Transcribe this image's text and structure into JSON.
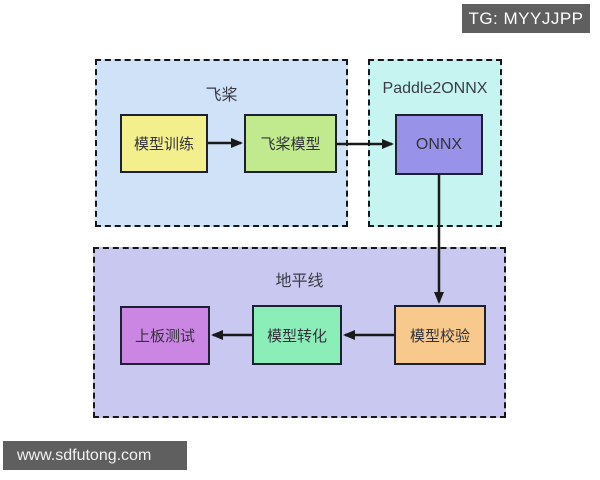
{
  "badge": {
    "label": "TG: MYYJJPP",
    "bg": "#5f5f5f",
    "text_color": "#ffffff"
  },
  "watermark": {
    "label": "www.sdfutong.com",
    "bg": "#5f5f5f",
    "text_color": "#f2f2f2"
  },
  "diagram": {
    "containers": [
      {
        "id": "paddle",
        "label": "飞桨",
        "bg": "#cfe2f7"
      },
      {
        "id": "paddle2onnx",
        "label": "Paddle2ONNX",
        "bg": "#c6f5f1"
      },
      {
        "id": "horizon",
        "label": "地平线",
        "bg": "#c9c8f0"
      }
    ],
    "nodes": [
      {
        "id": "train",
        "label": "模型训练",
        "bg": "#f4ef8d"
      },
      {
        "id": "paddle_model",
        "label": "飞桨模型",
        "bg": "#c0ea8d"
      },
      {
        "id": "onnx",
        "label": "ONNX",
        "bg": "#9893e8"
      },
      {
        "id": "check",
        "label": "模型校验",
        "bg": "#f8c98d"
      },
      {
        "id": "convert",
        "label": "模型转化",
        "bg": "#8beeb9"
      },
      {
        "id": "board_test",
        "label": "上板测试",
        "bg": "#cb85e3"
      }
    ],
    "edges": [
      {
        "from": "模型训练",
        "to": "飞桨模型",
        "direction": "right"
      },
      {
        "from": "飞桨模型",
        "to": "ONNX",
        "direction": "right"
      },
      {
        "from": "ONNX",
        "to": "模型校验",
        "direction": "down"
      },
      {
        "from": "模型校验",
        "to": "模型转化",
        "direction": "left"
      },
      {
        "from": "模型转化",
        "to": "上板测试",
        "direction": "left"
      }
    ],
    "edge_color": "#1a1a1a",
    "border_color": "#1c2030"
  }
}
